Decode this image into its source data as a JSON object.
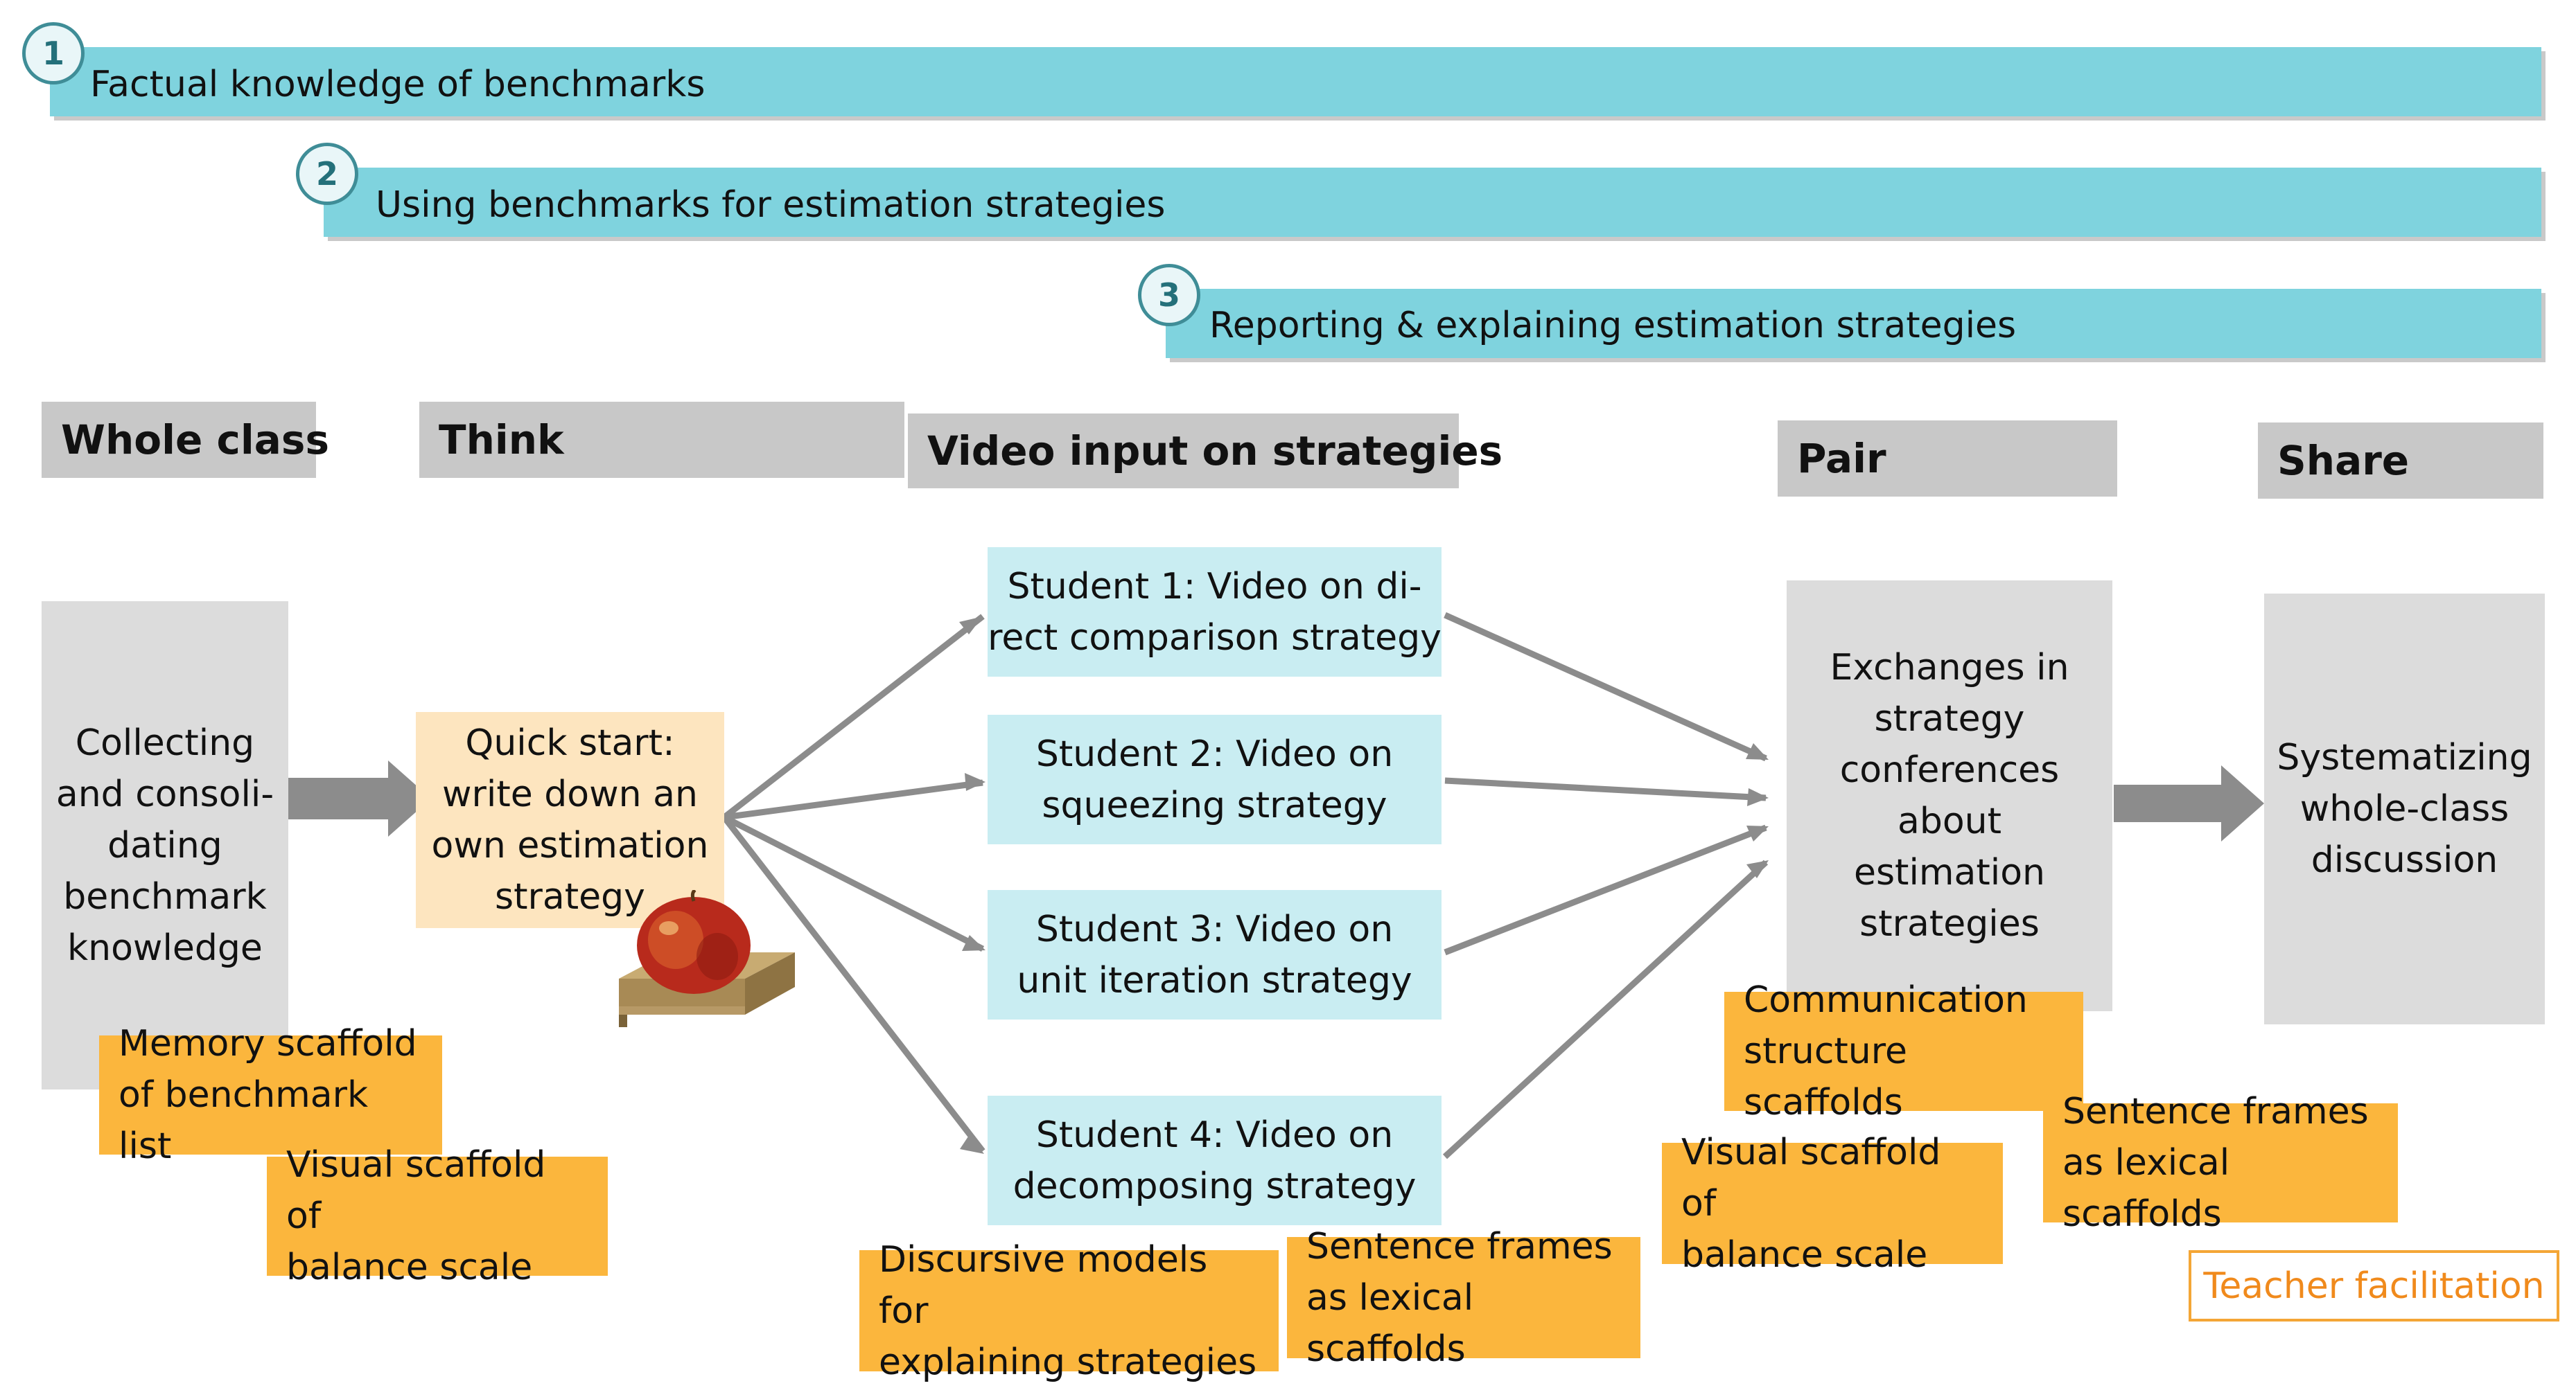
{
  "goals": [
    {
      "number": "1",
      "label": "Factual knowledge of benchmarks"
    },
    {
      "number": "2",
      "label": "Using benchmarks for estimation strategies"
    },
    {
      "number": "3",
      "label": "Reporting & explaining estimation strategies"
    }
  ],
  "phases": {
    "whole_class": "Whole class",
    "think": "Think",
    "video": "Video input on strategies",
    "pair": "Pair",
    "share": "Share"
  },
  "boxes": {
    "collecting": "Collecting\nand consoli-\ndating\nbenchmark\nknowledge",
    "quick_start": "Quick start:\nwrite down an\nown estimation\nstrategy",
    "exchanges": "Exchanges in\nstrategy\nconferences\nabout\nestimation\nstrategies",
    "systematizing": "Systematizing\nwhole-class\ndiscussion"
  },
  "students": [
    "Student 1: Video on di-\nrect comparison strategy",
    "Student 2: Video on\nsqueezing strategy",
    "Student 3: Video on\nunit iteration strategy",
    "Student 4: Video on\ndecomposing strategy"
  ],
  "scaffolds": {
    "memory": "Memory scaffold\nof benchmark list",
    "visual_left": "Visual scaffold of\nbalance scale",
    "discursive": "Discursive models for\nexplaining strategies",
    "sentence_mid": "Sentence frames\nas lexical scaffolds",
    "communication": "Communication\nstructure scaffolds",
    "visual_right": "Visual scaffold of\nbalance scale",
    "sentence_right": "Sentence frames\nas lexical scaffolds"
  },
  "legend": "Teacher facilitation",
  "colors": {
    "goal_bar": "#7fd3de",
    "phase_header": "#c8c8c8",
    "main_box": "#dcdcdc",
    "student_box": "#c9edf2",
    "quick_start": "#fde5bf",
    "scaffold": "#fbb63d",
    "legend_border": "#f4a636",
    "arrow": "#8c8c8c"
  }
}
